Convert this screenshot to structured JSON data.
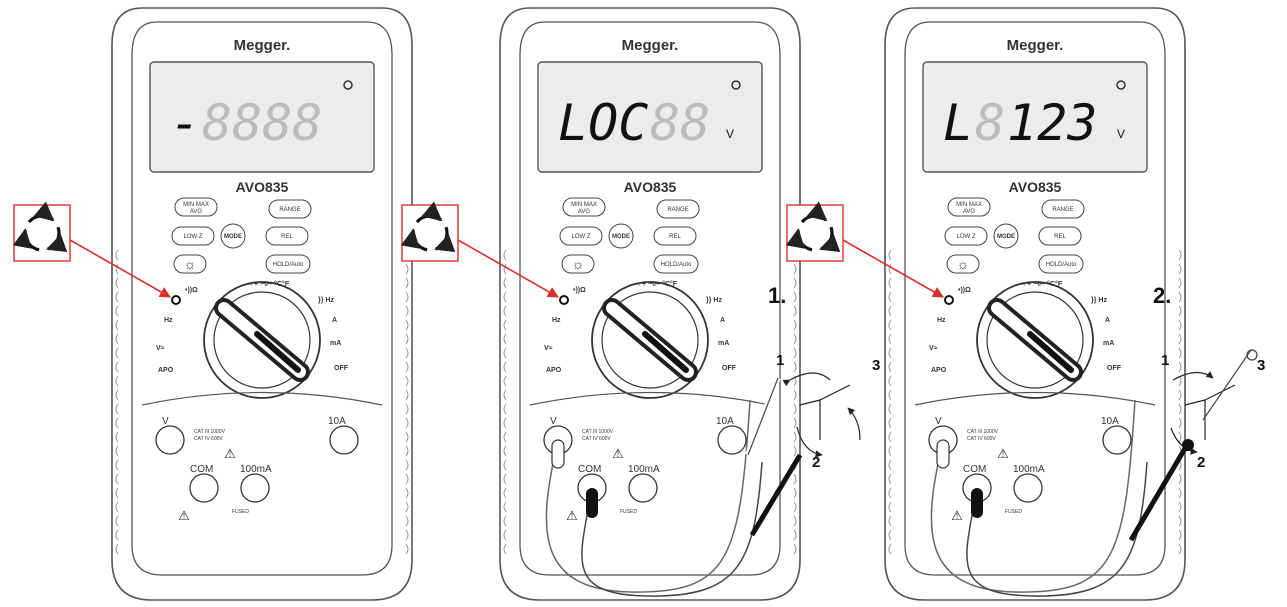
{
  "meters": [
    {
      "brand": "Megger.",
      "model": "AVO835",
      "display": {
        "lead": "-",
        "main": "",
        "ghost": "8888",
        "unit": ""
      },
      "buttons": {
        "minmax": "MIN MAX",
        "avg": "AVG",
        "range": "RANGE",
        "lowz": "LOW Z",
        "mode": "MODE",
        "rel": "REL",
        "hold": "HOLD/Auto"
      },
      "dial": {
        "ohm": "•))Ω",
        "diode": "→+ ⊣⊢ °C°F",
        "hz_right": "}} Hz",
        "hz_left": "Hz",
        "v_ac": "V≈",
        "a": "A",
        "ma": "mA",
        "apo": "APO",
        "off": "OFF"
      },
      "jacks": {
        "v": "V",
        "a10": "10A",
        "com": "COM",
        "ma100": "100mA",
        "cat1": "CAT III 1000V",
        "cat2": "CAT IV 600V",
        "fused": "FUSED"
      },
      "step_label": "",
      "leads": false,
      "rotation": ""
    },
    {
      "brand": "Megger.",
      "model": "AVO835",
      "display": {
        "lead": "",
        "main": "LOC",
        "ghost": "88",
        "unit": "V"
      },
      "buttons": {
        "minmax": "MIN MAX",
        "avg": "AVG",
        "range": "RANGE",
        "lowz": "LOW Z",
        "mode": "MODE",
        "rel": "REL",
        "hold": "HOLD/Auto"
      },
      "dial": {
        "ohm": "•))Ω",
        "diode": "→+ ⊣⊢ °C°F",
        "hz_right": "}} Hz",
        "hz_left": "Hz",
        "v_ac": "V≈",
        "a": "A",
        "ma": "mA",
        "apo": "APO",
        "off": "OFF"
      },
      "jacks": {
        "v": "V",
        "a10": "10A",
        "com": "COM",
        "ma100": "100mA",
        "cat1": "CAT III 1000V",
        "cat2": "CAT IV 600V",
        "fused": "FUSED"
      },
      "step_label": "1.",
      "leads": true,
      "rotation": "1-to-3"
    },
    {
      "brand": "Megger.",
      "model": "AVO835",
      "display": {
        "lead": "L",
        "main": "123",
        "ghost": "8",
        "unit": "V"
      },
      "buttons": {
        "minmax": "MIN MAX",
        "avg": "AVG",
        "range": "RANGE",
        "lowz": "LOW Z",
        "mode": "MODE",
        "rel": "REL",
        "hold": "HOLD/Auto"
      },
      "dial": {
        "ohm": "•))Ω",
        "diode": "→+ ⊣⊢ °C°F",
        "hz_right": "}} Hz",
        "hz_left": "Hz",
        "v_ac": "V≈",
        "a": "A",
        "ma": "mA",
        "apo": "APO",
        "off": "OFF"
      },
      "jacks": {
        "v": "V",
        "a10": "10A",
        "com": "COM",
        "ma100": "100mA",
        "cat1": "CAT III 1000V",
        "cat2": "CAT IV 600V",
        "fused": "FUSED"
      },
      "step_label": "2.",
      "leads": true,
      "rotation": "3-to-1"
    }
  ],
  "phase_nodes": [
    "1",
    "2",
    "3"
  ],
  "colors": {
    "callout_red": "#d9302c",
    "outline": "#555555",
    "lcd_bg": "#ececec",
    "probe_black": "#111111"
  },
  "icons": {
    "rotation_callout": "phase-rotation-icon"
  }
}
